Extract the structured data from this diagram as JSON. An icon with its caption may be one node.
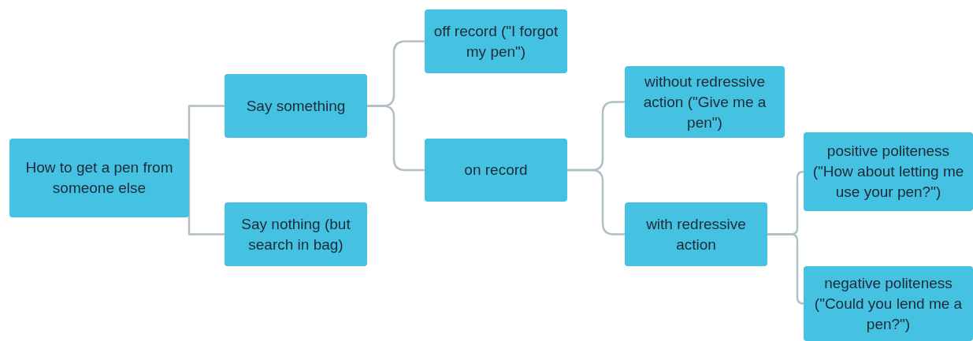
{
  "diagram": {
    "nodes": [
      {
        "text": [
          "How to get a pen from someone else"
        ]
      },
      {
        "text": [
          "Say something"
        ]
      },
      {
        "text": [
          "Say nothing (but search in bag)"
        ]
      },
      {
        "text": [
          "off record (\"I forgot my pen\")"
        ]
      },
      {
        "text": [
          "on record"
        ]
      },
      {
        "text": [
          "without redressive action (\"Give me a pen\")"
        ]
      },
      {
        "text": [
          "with redressive action"
        ]
      },
      {
        "text": [
          "positive politeness (\"How about letting me use your pen?\")"
        ]
      },
      {
        "text": [
          "negative politeness (\"Could you lend me a pen?\")"
        ]
      }
    ],
    "edges": [
      {
        "from": 0,
        "to": 1,
        "arrow": "none"
      },
      {
        "from": 0,
        "to": 2,
        "arrow": "none"
      },
      {
        "from": 1,
        "to": 3,
        "arrow": "none"
      },
      {
        "from": 1,
        "to": 4,
        "arrow": "none"
      },
      {
        "from": 4,
        "to": 5,
        "arrow": "none"
      },
      {
        "from": 4,
        "to": 6,
        "arrow": "none"
      },
      {
        "from": 6,
        "to": 7,
        "arrow": "none"
      },
      {
        "from": 6,
        "to": 8,
        "arrow": "none"
      }
    ]
  }
}
